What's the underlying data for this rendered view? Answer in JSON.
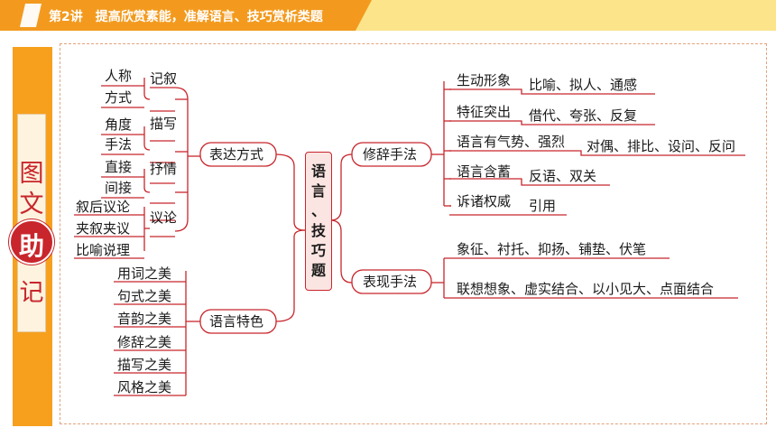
{
  "header": {
    "title": "第2讲　提高欣赏素能，准解语言、技巧赏析类题"
  },
  "sidebar": {
    "chars": [
      "图",
      "文",
      "助",
      "记"
    ]
  },
  "diagram": {
    "center": "语言、技巧题",
    "left": {
      "biaoda": {
        "label": "表达方式",
        "groups": [
          {
            "label": "记叙",
            "items": [
              "人称",
              "方式"
            ]
          },
          {
            "label": "描写",
            "items": [
              "角度",
              "手法"
            ]
          },
          {
            "label": "抒情",
            "items": [
              "直接",
              "间接"
            ]
          },
          {
            "label": "议论",
            "items": [
              "叙后议论",
              "夹叙夹议",
              "比喻说理"
            ]
          }
        ]
      },
      "yuyan": {
        "label": "语言特色",
        "items": [
          "用词之美",
          "句式之美",
          "音韵之美",
          "修辞之美",
          "描写之美",
          "风格之美"
        ]
      }
    },
    "right": {
      "xiuci": {
        "label": "修辞手法",
        "items": [
          {
            "label": "生动形象",
            "value": "比喻、拟人、通感"
          },
          {
            "label": "特征突出",
            "value": "借代、夸张、反复"
          },
          {
            "label": "语言有气势、强烈",
            "value": "对偶、排比、设问、反问"
          },
          {
            "label": "语言含蓄",
            "value": "反语、双关"
          },
          {
            "label": "诉诸权威",
            "value": "引用"
          }
        ]
      },
      "biaoxian": {
        "label": "表现手法",
        "items": [
          "象征、衬托、抑扬、铺垫、伏笔",
          "联想想象、虚实结合、以小见大、点面结合"
        ]
      }
    }
  },
  "colors": {
    "header_orange": "#f39a1e",
    "header_yellow": "#fbe48a",
    "line_red": "#c8262c",
    "frame_dash": "#e3a27c"
  }
}
